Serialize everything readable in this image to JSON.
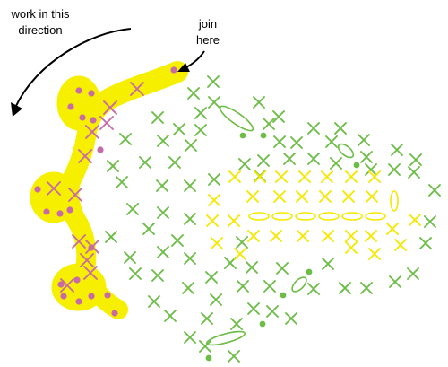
{
  "labels": {
    "work_direction_line1": "work in this",
    "work_direction_line2": "direction",
    "join_line1": "join",
    "join_line2": "here"
  },
  "colors": {
    "green_stitch": "#6cbd45",
    "yellow_stitch": "#f5e800",
    "pink_stitch": "#c86aa6",
    "highlight": "#f7ef00",
    "arrow": "#000000"
  }
}
